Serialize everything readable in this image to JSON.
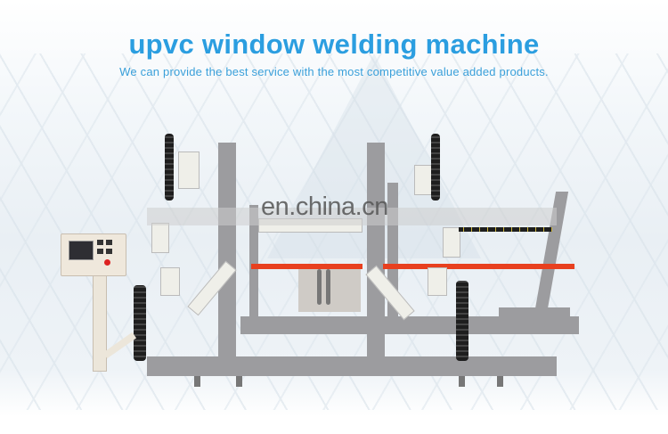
{
  "header": {
    "title": "upvc window welding machine",
    "subtitle": "We can provide the best service with the most competitive value added products."
  },
  "watermark": {
    "text": "en.china.cn"
  },
  "product_image": {
    "subject": "four-head upvc window welding machine",
    "colors": {
      "frame": "#9c9c9f",
      "accent_bar": "#e8401f",
      "title": "#2b9ee0"
    }
  }
}
